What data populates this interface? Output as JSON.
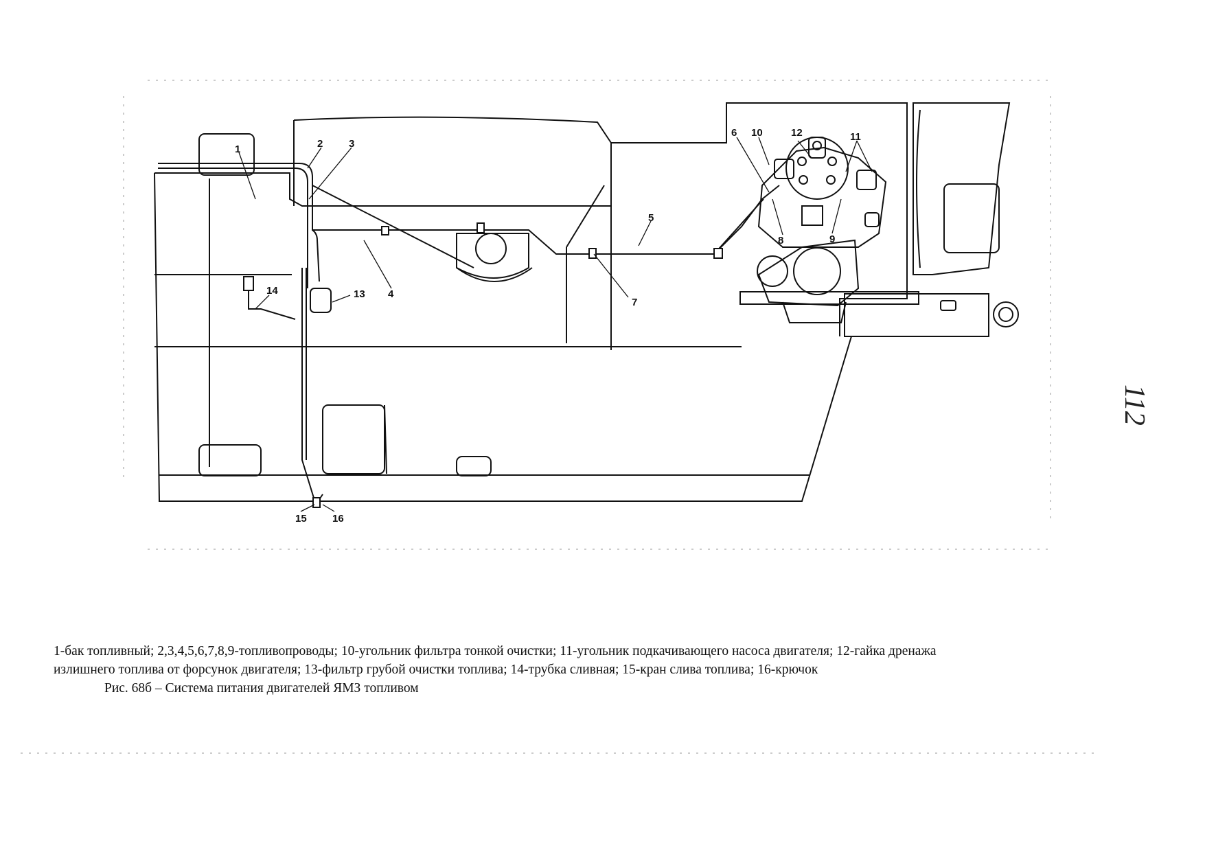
{
  "diagram": {
    "callouts": [
      "1",
      "2",
      "3",
      "4",
      "5",
      "6",
      "7",
      "8",
      "9",
      "10",
      "11",
      "12",
      "13",
      "14",
      "15",
      "16"
    ]
  },
  "caption": {
    "legend_line1": "1-бак топливный; 2,3,4,5,6,7,8,9-топливопроводы; 10-угольник фильтра тонкой очистки; 11-угольник подкачивающего насоса двигателя; 12-гайка дренажа",
    "legend_line2": "излишнего топлива от форсунок двигателя; 13-фильтр грубой очистки топлива; 14-трубка сливная; 15-кран слива топлива; 16-крючок",
    "figure_title": "Рис. 68б – Система питания двигателей ЯМЗ топливом"
  },
  "page_number": "112",
  "colors": {
    "ink": "#111111",
    "paper": "#ffffff"
  }
}
